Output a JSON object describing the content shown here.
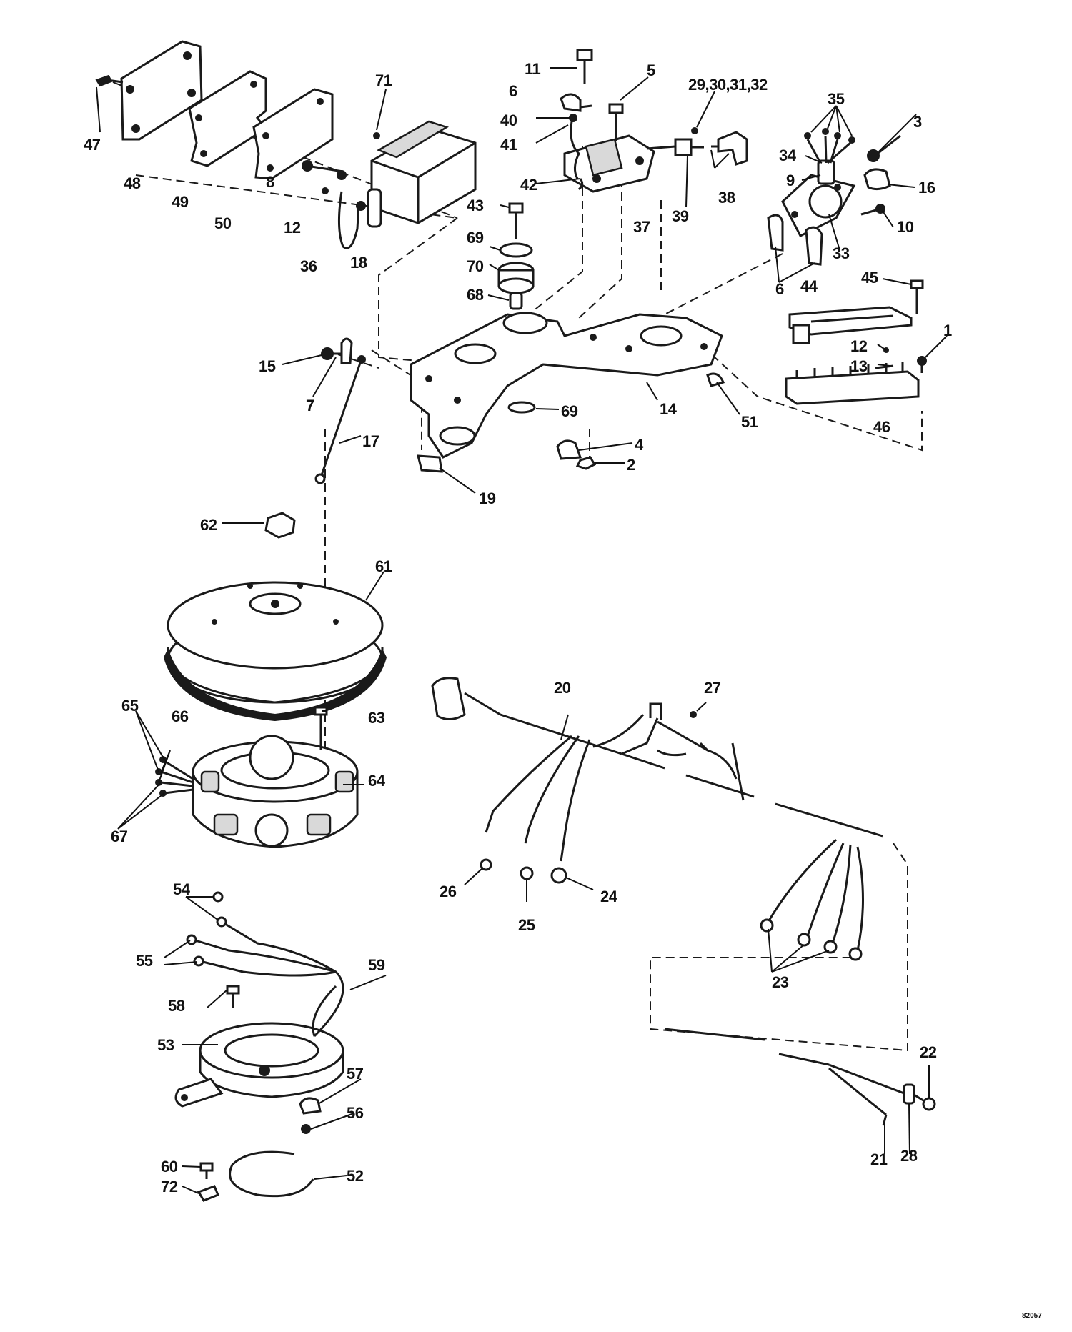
{
  "callouts": [
    {
      "id": "71",
      "text": "71"
    },
    {
      "id": "11",
      "text": "11"
    },
    {
      "id": "5",
      "text": "5"
    },
    {
      "id": "29-32",
      "text": "29,30,31,32"
    },
    {
      "id": "35",
      "text": "35"
    },
    {
      "id": "3",
      "text": "3"
    },
    {
      "id": "47",
      "text": "47"
    },
    {
      "id": "48",
      "text": "48"
    },
    {
      "id": "49",
      "text": "49"
    },
    {
      "id": "50",
      "text": "50"
    },
    {
      "id": "8",
      "text": "8"
    },
    {
      "id": "12a",
      "text": "12"
    },
    {
      "id": "36",
      "text": "36"
    },
    {
      "id": "18",
      "text": "18"
    },
    {
      "id": "6a",
      "text": "6"
    },
    {
      "id": "40",
      "text": "40"
    },
    {
      "id": "41",
      "text": "41"
    },
    {
      "id": "42",
      "text": "42"
    },
    {
      "id": "37",
      "text": "37"
    },
    {
      "id": "39",
      "text": "39"
    },
    {
      "id": "38",
      "text": "38"
    },
    {
      "id": "34",
      "text": "34"
    },
    {
      "id": "9",
      "text": "9"
    },
    {
      "id": "16",
      "text": "16"
    },
    {
      "id": "10",
      "text": "10"
    },
    {
      "id": "33",
      "text": "33"
    },
    {
      "id": "6b",
      "text": "6"
    },
    {
      "id": "43",
      "text": "43"
    },
    {
      "id": "69a",
      "text": "69"
    },
    {
      "id": "70",
      "text": "70"
    },
    {
      "id": "68",
      "text": "68"
    },
    {
      "id": "45",
      "text": "45"
    },
    {
      "id": "44",
      "text": "44"
    },
    {
      "id": "1",
      "text": "1"
    },
    {
      "id": "12b",
      "text": "12"
    },
    {
      "id": "13",
      "text": "13"
    },
    {
      "id": "46",
      "text": "46"
    },
    {
      "id": "15",
      "text": "15"
    },
    {
      "id": "7",
      "text": "7"
    },
    {
      "id": "14",
      "text": "14"
    },
    {
      "id": "51",
      "text": "51"
    },
    {
      "id": "69b",
      "text": "69"
    },
    {
      "id": "17",
      "text": "17"
    },
    {
      "id": "4",
      "text": "4"
    },
    {
      "id": "2",
      "text": "2"
    },
    {
      "id": "19",
      "text": "19"
    },
    {
      "id": "62",
      "text": "62"
    },
    {
      "id": "61",
      "text": "61"
    },
    {
      "id": "20",
      "text": "20"
    },
    {
      "id": "27",
      "text": "27"
    },
    {
      "id": "65",
      "text": "65"
    },
    {
      "id": "66",
      "text": "66"
    },
    {
      "id": "63",
      "text": "63"
    },
    {
      "id": "64",
      "text": "64"
    },
    {
      "id": "67",
      "text": "67"
    },
    {
      "id": "26",
      "text": "26"
    },
    {
      "id": "25",
      "text": "25"
    },
    {
      "id": "24",
      "text": "24"
    },
    {
      "id": "23",
      "text": "23"
    },
    {
      "id": "54",
      "text": "54"
    },
    {
      "id": "55",
      "text": "55"
    },
    {
      "id": "59",
      "text": "59"
    },
    {
      "id": "58",
      "text": "58"
    },
    {
      "id": "53",
      "text": "53"
    },
    {
      "id": "57",
      "text": "57"
    },
    {
      "id": "56",
      "text": "56"
    },
    {
      "id": "22",
      "text": "22"
    },
    {
      "id": "21",
      "text": "21"
    },
    {
      "id": "28",
      "text": "28"
    },
    {
      "id": "60",
      "text": "60"
    },
    {
      "id": "72",
      "text": "72"
    },
    {
      "id": "52",
      "text": "52"
    }
  ],
  "drawing_code": "82057"
}
